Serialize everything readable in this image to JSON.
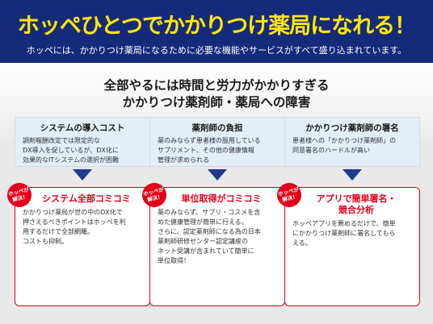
{
  "header": {
    "title": "ホッペひとつでかかりつけ薬局になれる！",
    "subtitle": "ホッペには、かかりつけ薬局になるために必要な機能やサービスがすべて盛り込まれています。"
  },
  "intro": {
    "line1": "全部やるには時間と労力がかかりすぎる",
    "line2": "かかりつけ薬剤師・薬局への障害"
  },
  "columns": [
    {
      "problem_title": "システムの導入コスト",
      "problem_text": "調剤報酬改定では限定的な\nDX導入を促しているが、DX化に\n効果的なITシステムの選択が困難",
      "badge": "ホッペが\n解決！",
      "solution_title": "システム全部コミコミ",
      "solution_text": "かかりつけ薬局が世の中のDX化で\n押さえるべきポイントはホッペを利\n用するだけで全部網羅。\nコストも抑制。"
    },
    {
      "problem_title": "薬剤師の負担",
      "problem_text": "薬のみならず患者様の服用している\nサプリメント、その他の健康情報\n管理が求められる",
      "badge": "ホッペが\n解決！",
      "solution_title": "単位取得がコミコミ",
      "solution_text": "薬のみならず、サプリ・コスメを含\nめた健康管理が簡単に行える。\nさらに、認定薬剤師になる為の日本\n薬剤師研修センター認定講座の\nネット受講が含まれていて簡単に\n単位取得！"
    },
    {
      "problem_title": "かかりつけ薬剤師の署名",
      "problem_text": "患者様への「かかりつけ薬剤師」の\n同意署名のハードルが高い",
      "badge": "ホッペが\n解決！",
      "solution_title": "アプリで簡単署名・\n競合分析",
      "solution_text": "ホッペアプリを薦めるだけで、簡単\nにかかりつけ薬剤師に署名してもら\nえる。"
    }
  ],
  "colors": {
    "header_bg": "#162a7c",
    "header_title": "#ffe800",
    "accent_red": "#e2001a",
    "arrow": "#1f3b8c",
    "problem_bg": "#e3eef7"
  }
}
